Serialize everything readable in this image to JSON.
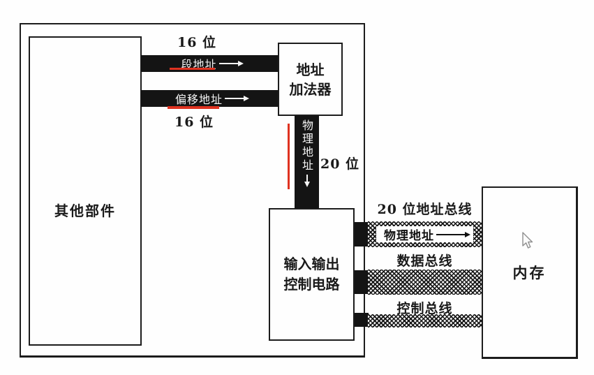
{
  "boxes": {
    "other_components": {
      "label": "其他部件"
    },
    "address_adder": {
      "line1": "地址",
      "line2": "加法器"
    },
    "io_control": {
      "line1": "输入输出",
      "line2": "控制电路"
    },
    "memory": {
      "label": "内存"
    }
  },
  "internal_buses": {
    "segment_address": {
      "label": "段地址",
      "width_label": "16 位"
    },
    "offset_address": {
      "label": "偏移地址",
      "width_label": "16 位"
    },
    "physical_address": {
      "label": "物理地址",
      "width_label": "20 位"
    }
  },
  "external_buses": {
    "address": {
      "title": "20 位地址总线",
      "bus_label": "物理地址"
    },
    "data": {
      "title": "数据总线"
    },
    "control": {
      "title": "控制总线"
    }
  },
  "colors": {
    "bus_black": "#141414",
    "annotation_red": "#df3220",
    "ink": "#1c1c1c",
    "paper": "#fefefe"
  }
}
